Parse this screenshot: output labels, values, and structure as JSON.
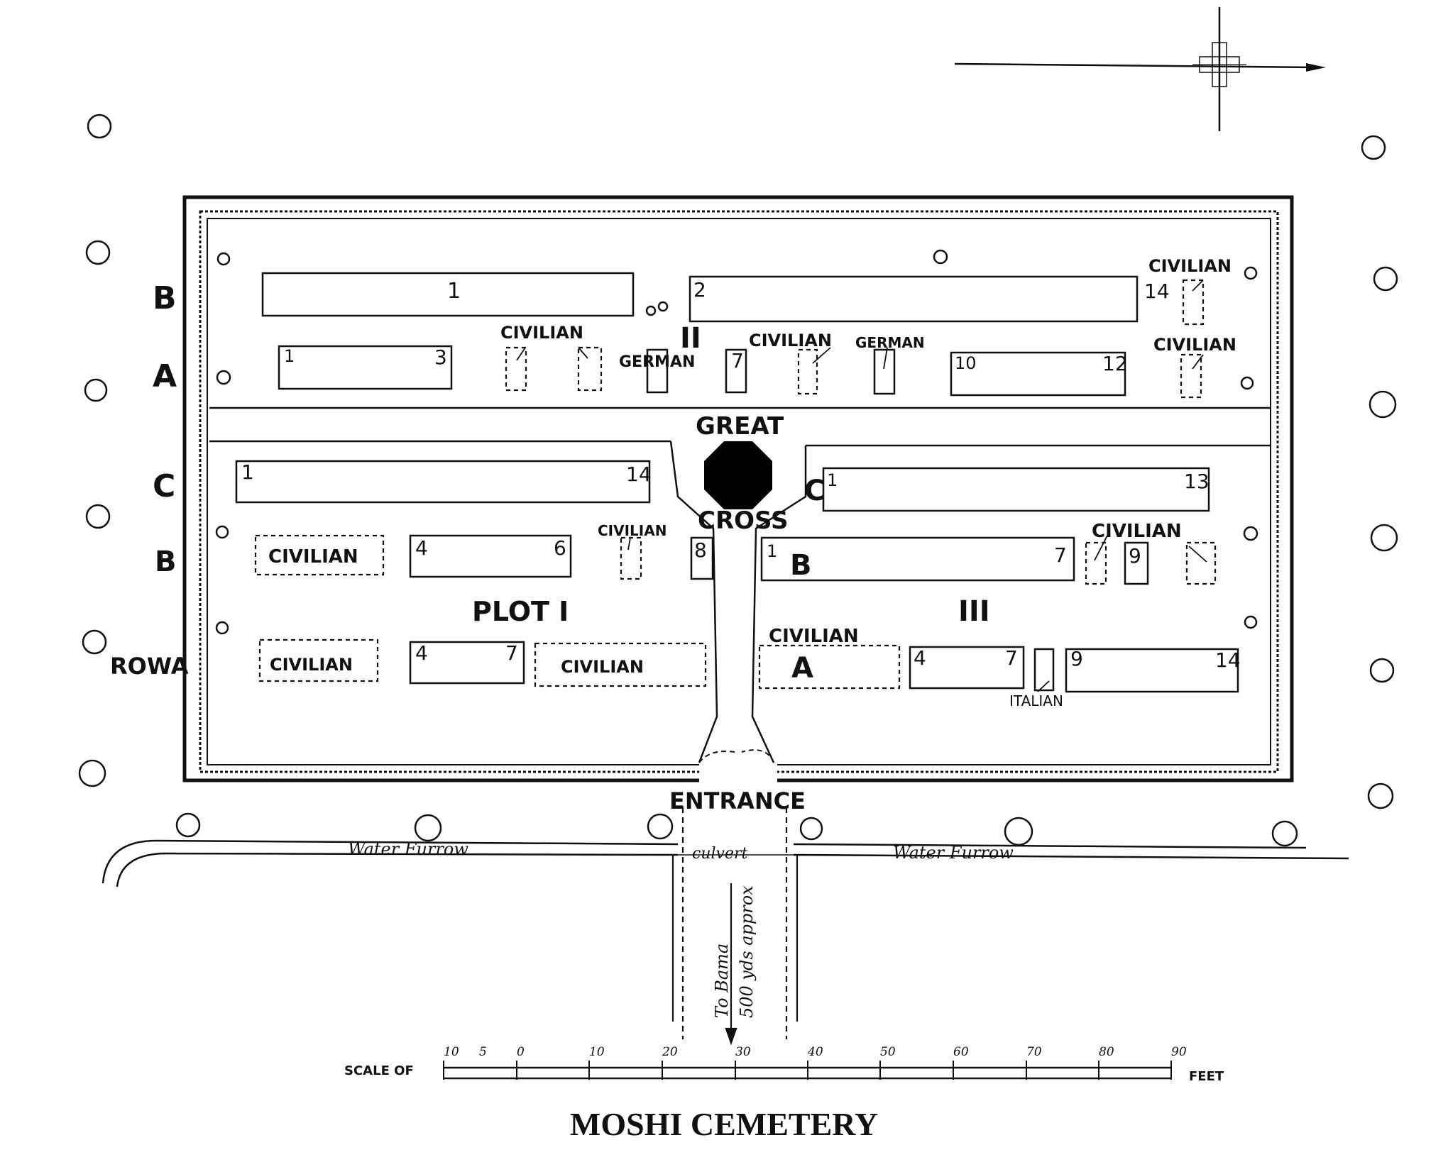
{
  "title": "MOSHI CEMETERY",
  "landmarks": {
    "great": "GREAT",
    "cross": "CROSS",
    "entrance": "ENTRANCE",
    "culvert": "culvert",
    "water_furrow_left": "Water Furrow",
    "water_furrow_right": "Water Furrow",
    "road_line1": "To Bama",
    "road_line2": "500 yds approx"
  },
  "plots": {
    "plot1": "PLOT I",
    "plot2": "II",
    "plot3": "III"
  },
  "rows": {
    "left_b_top": "B",
    "left_a_top": "A",
    "left_c": "C",
    "left_b": "B",
    "left_row_a": "ROWA",
    "mid_c": "C",
    "mid_b": "B",
    "mid_a": "A"
  },
  "beds": {
    "b1": "1",
    "b2": "2",
    "b3": "14",
    "a1": "1",
    "a2": "3",
    "a3": "7",
    "a4": "10",
    "a5": "12",
    "c1": "1",
    "c2": "14",
    "c3": "1",
    "c4": "13",
    "pb1": "4",
    "pb2": "6",
    "pb3": "8",
    "pb4": "1",
    "pb5": "7",
    "pb6": "9",
    "pa1": "4",
    "pa2": "7",
    "pa3": "4",
    "pa4": "7",
    "pa5": "9",
    "pa6": "14"
  },
  "burial_groups": {
    "civilian_1": "CIVILIAN",
    "civilian_2": "CIVILIAN",
    "civilian_3": "CIVILIAN",
    "civilian_4": "CIVILIAN",
    "civilian_5": "CIVILIAN",
    "civilian_6": "CIVILIAN",
    "civilian_7": "CIVILIAN",
    "civilian_8": "CIVILIAN",
    "civilian_9": "CIVILIAN",
    "civilian_10": "CIVILIAN",
    "german_1": "GERMAN",
    "german_2": "GERMAN",
    "italian": "ITALIAN"
  },
  "scale": {
    "label_left": "SCALE OF",
    "label_right": "FEET",
    "ticks": [
      "10",
      "5",
      "0",
      "10",
      "20",
      "30",
      "40",
      "50",
      "60",
      "70",
      "80",
      "90"
    ]
  }
}
